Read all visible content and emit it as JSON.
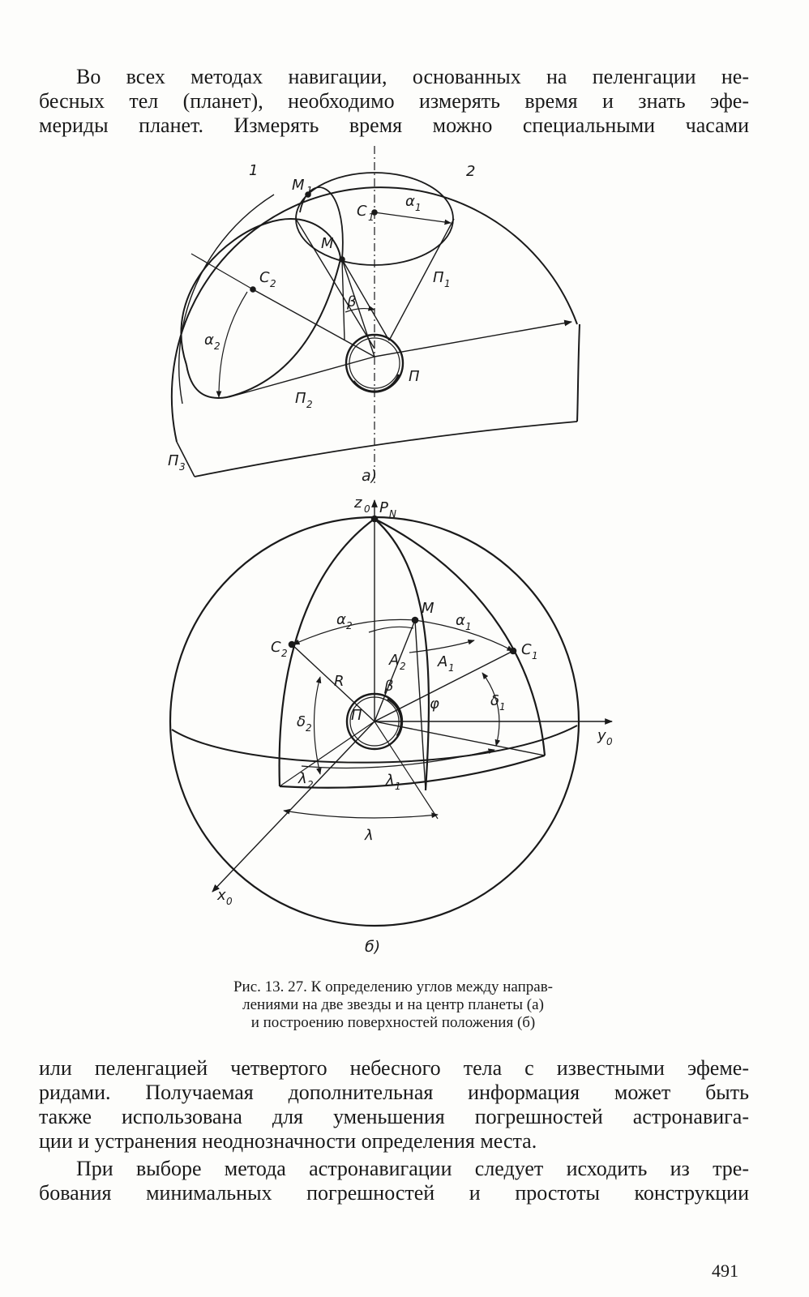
{
  "paragraph1": {
    "lines": [
      "Во всех методах навигации, основанных на пеленгации не-",
      "бесных тел (планет), необходимо измерять время и знать эфе-",
      "мериды планет. Измерять время можно специальными часами"
    ]
  },
  "figure": {
    "sub_a": "а)",
    "sub_b": "б)",
    "labels_a": {
      "one": "1",
      "two": "2",
      "M1": "M",
      "M1_sub": "1",
      "C1": "C",
      "C1_sub": "1",
      "alpha1": "α",
      "alpha1_sub": "1",
      "M": "M",
      "C2": "C",
      "C2_sub": "2",
      "Pi1": "П",
      "Pi1_sub": "1",
      "beta": "β",
      "alpha2": "α",
      "alpha2_sub": "2",
      "Pi": "П",
      "Pi2": "П",
      "Pi2_sub": "2",
      "Pi3": "П",
      "Pi3_sub": "3"
    },
    "labels_b": {
      "z0": "z",
      "z0_sub": "0",
      "PN": "P",
      "PN_sub": "N",
      "M": "M",
      "alpha2": "α",
      "alpha2_sub": "2",
      "alpha1": "α",
      "alpha1_sub": "1",
      "C2": "C",
      "C2_sub": "2",
      "C1": "C",
      "C1_sub": "1",
      "A2": "A",
      "A2_sub": "2",
      "A1": "A",
      "A1_sub": "1",
      "R": "R",
      "beta": "β",
      "phi": "φ",
      "delta2": "δ",
      "delta2_sub": "2",
      "delta1": "δ",
      "delta1_sub": "1",
      "Pi": "П",
      "y0": "y",
      "y0_sub": "0",
      "lambda2": "λ",
      "lambda2_sub": "2",
      "lambda1": "λ",
      "lambda1_sub": "1",
      "lambda": "λ",
      "x0": "x",
      "x0_sub": "0"
    }
  },
  "caption": {
    "lines": [
      "Рис. 13. 27. К определению углов между направ-",
      "лениями на две звезды и на центр планеты (а)",
      "и построению поверхностей положения (б)"
    ]
  },
  "paragraph2": {
    "lines": [
      "или пеленгацией четвертого небесного тела с известными эфеме-",
      "ридами. Получаемая дополнительная информация может быть",
      "также использована для уменьшения погрешностей астронавига-",
      "ции и устранения неоднозначности определения места."
    ]
  },
  "paragraph3": {
    "lines": [
      "При выборе метода астронавигации следует исходить из тре-",
      "бования минимальных погрешностей и простоты конструкции"
    ]
  },
  "page_number": "491"
}
